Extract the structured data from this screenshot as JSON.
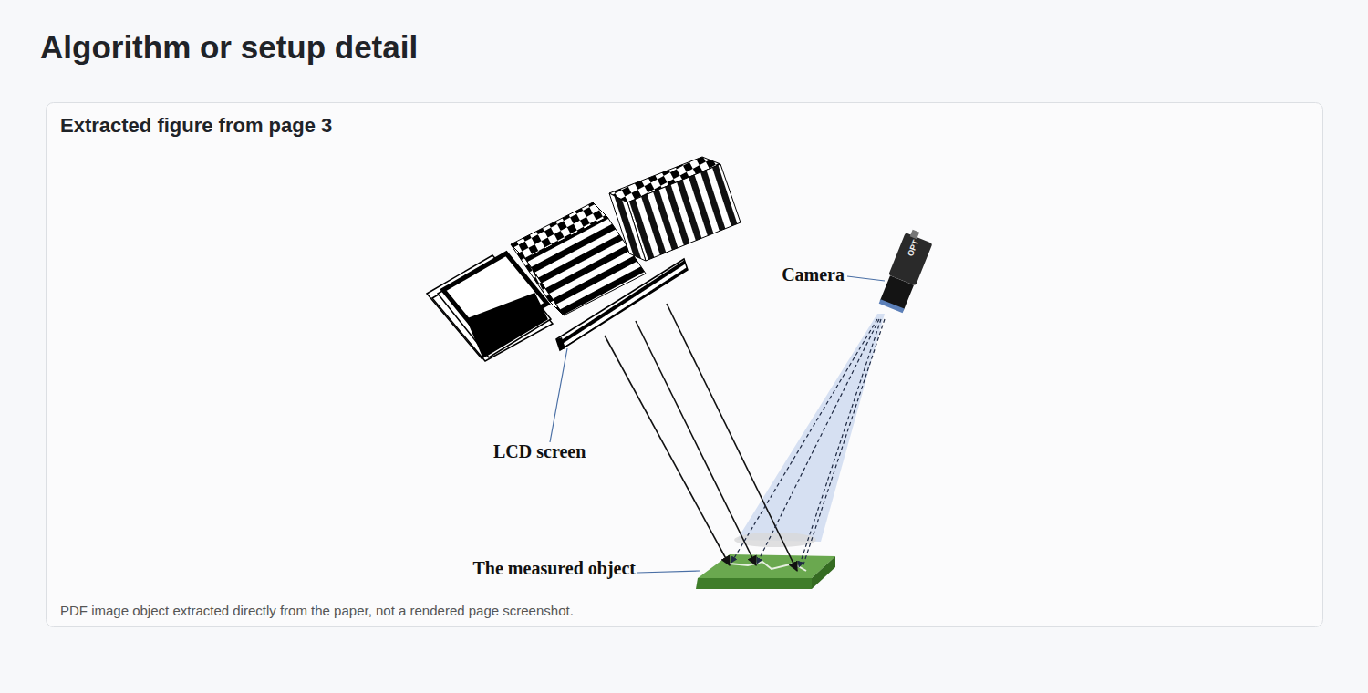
{
  "diagram": {
    "title": "Algorithm or setup detail",
    "caption": "PDF image object extracted directly from the paper, not a rendered page screenshot.",
    "labels": [
      "Extracted figure from page 3",
      "Camera",
      "OPT",
      "LCD screen",
      "The measured object"
    ]
  }
}
